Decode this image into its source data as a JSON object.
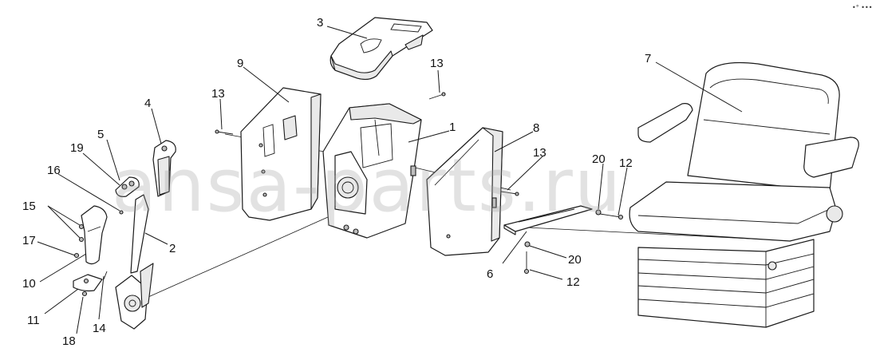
{
  "watermark": "ansa-parts.ru",
  "corner_mark": "•° •••",
  "callouts": {
    "c3": "3",
    "c13a": "13",
    "c13b": "13",
    "c13c": "13",
    "c7": "7",
    "c9": "9",
    "c4": "4",
    "c1": "1",
    "c8": "8",
    "c5": "5",
    "c19": "19",
    "c16": "16",
    "c20a": "20",
    "c12a": "12",
    "c15": "15",
    "c2": "2",
    "c17": "17",
    "c6": "6",
    "c20b": "20",
    "c10": "10",
    "c12b": "12",
    "c11": "11",
    "c14": "14",
    "c18": "18"
  }
}
